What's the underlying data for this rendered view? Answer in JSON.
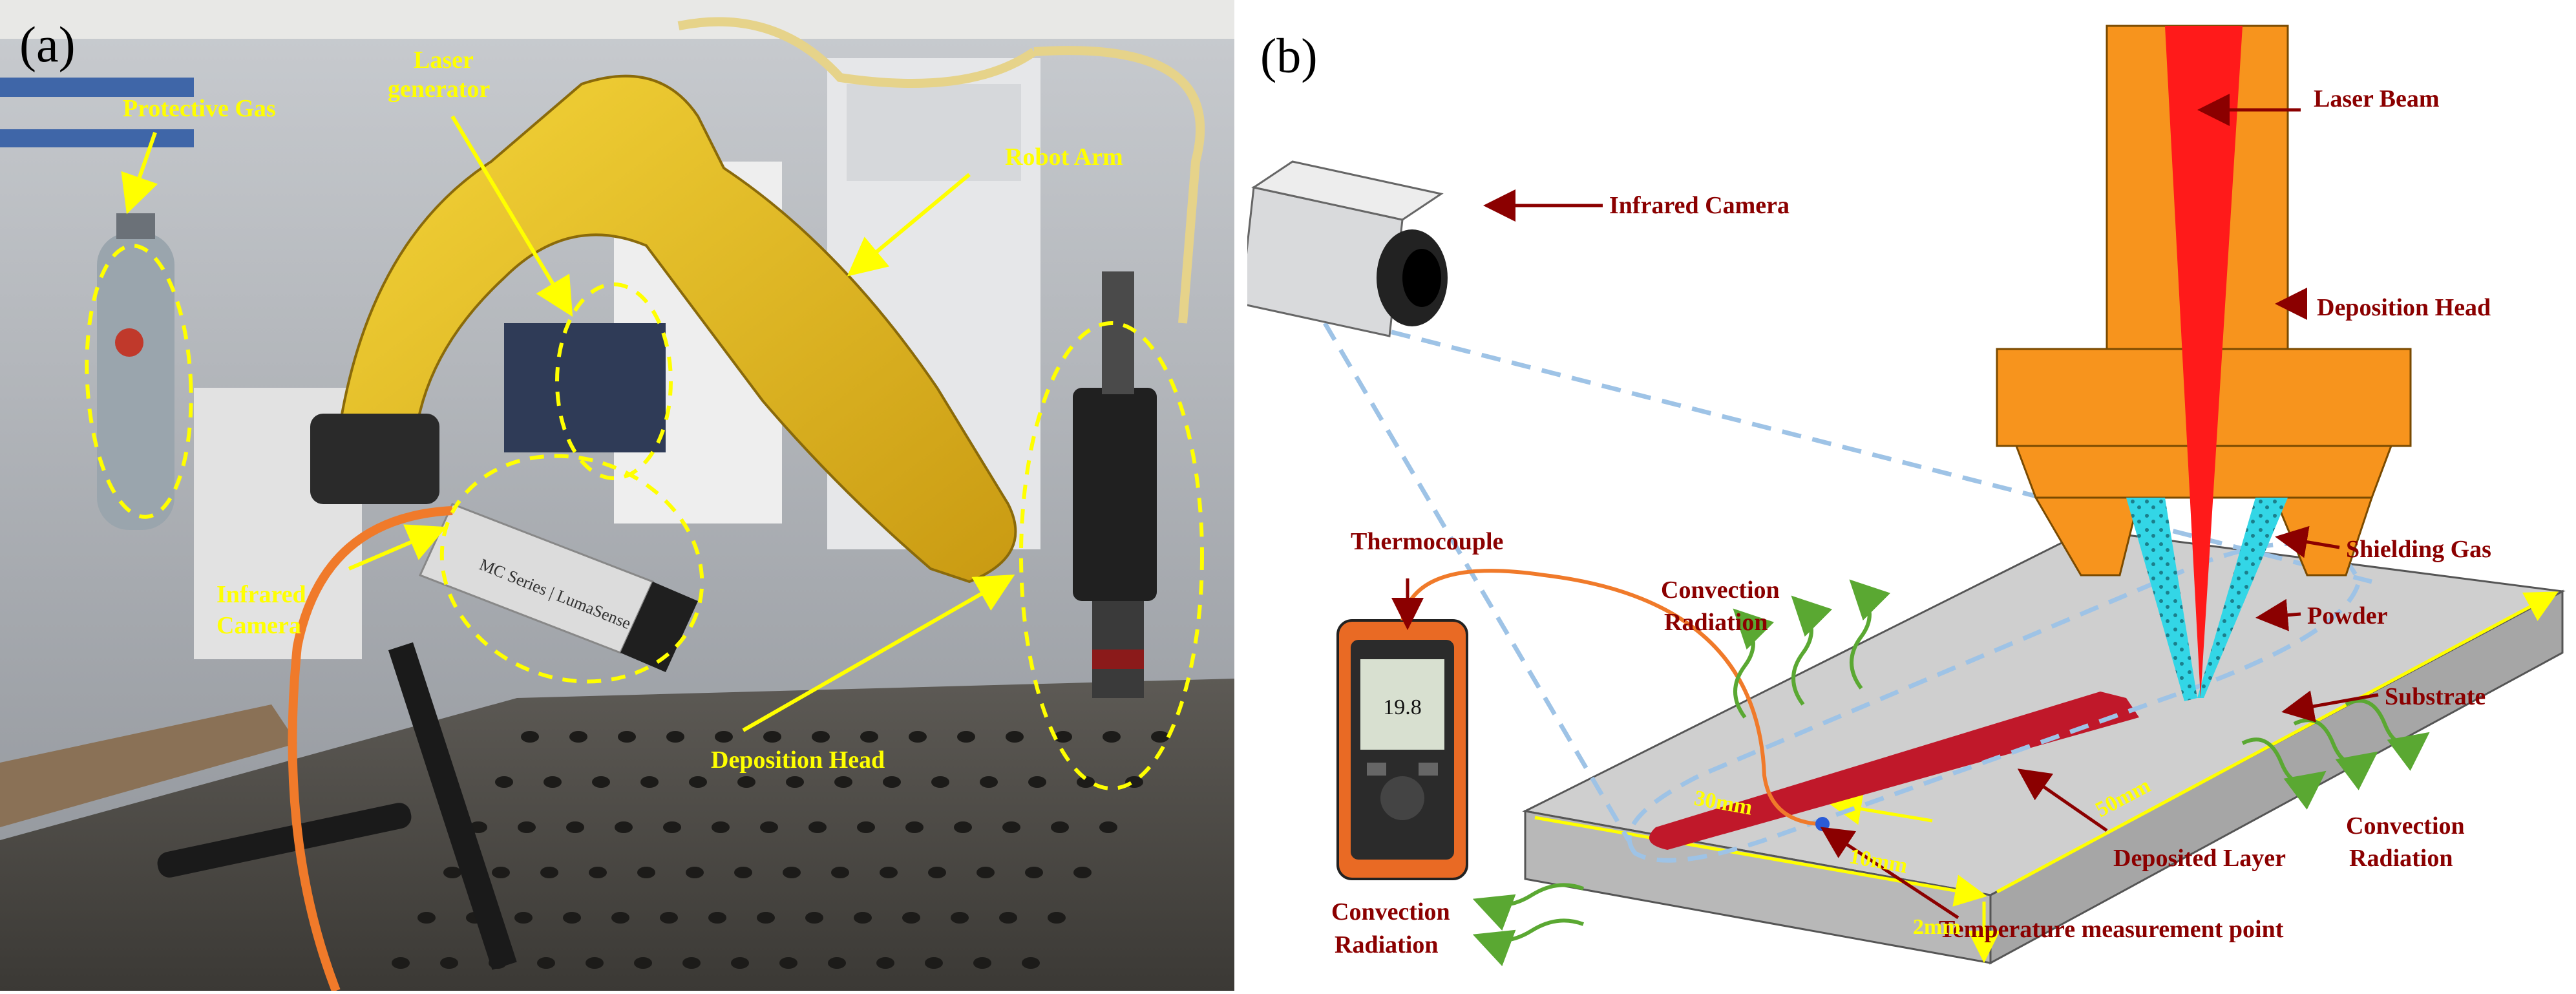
{
  "panel_a": {
    "tag": "(a)",
    "labels": {
      "protective_gas": "Protective Gas",
      "laser_generator_line1": "Laser",
      "laser_generator_line2": "generator",
      "robot_arm": "Robot Arm",
      "infrared_camera_line1": "Infrared",
      "infrared_camera_line2": "Camera",
      "deposition_head": "Deposition Head"
    },
    "camera_brand": "MC Series | LumaSense"
  },
  "panel_b": {
    "tag": "(b)",
    "labels": {
      "laser_beam": "Laser Beam",
      "infrared_camera": "Infrared Camera",
      "deposition_head": "Deposition Head",
      "shielding_gas": "Shielding Gas",
      "powder": "Powder",
      "substrate": "Substrate",
      "thermocouple": "Thermocouple",
      "convection_top_line1": "Convection",
      "convection_top_line2": "Radiation",
      "convection_right_line1": "Convection",
      "convection_right_line2": "Radiation",
      "convection_left_line1": "Convection",
      "convection_left_line2": "Radiation",
      "deposited_layer": "Deposited Layer",
      "temperature_point": "Temperature measurement point",
      "dim_30mm": "30mm",
      "dim_10mm": "10mm",
      "dim_50mm": "50mm",
      "dim_2mm": "2mm"
    },
    "thermometer_reading": "19.8",
    "colors": {
      "label_red": "#8b0000",
      "arrow_yellow": "#ffff00",
      "head_orange": "#f7941d",
      "beam_red": "#ff1a1a",
      "gas_cyan": "#33d6e6",
      "substrate_grey": "#cfcfcf",
      "dash_blue": "#9ec3e6",
      "wave_green": "#5aa832",
      "cable_orange": "#f07a2a"
    }
  }
}
